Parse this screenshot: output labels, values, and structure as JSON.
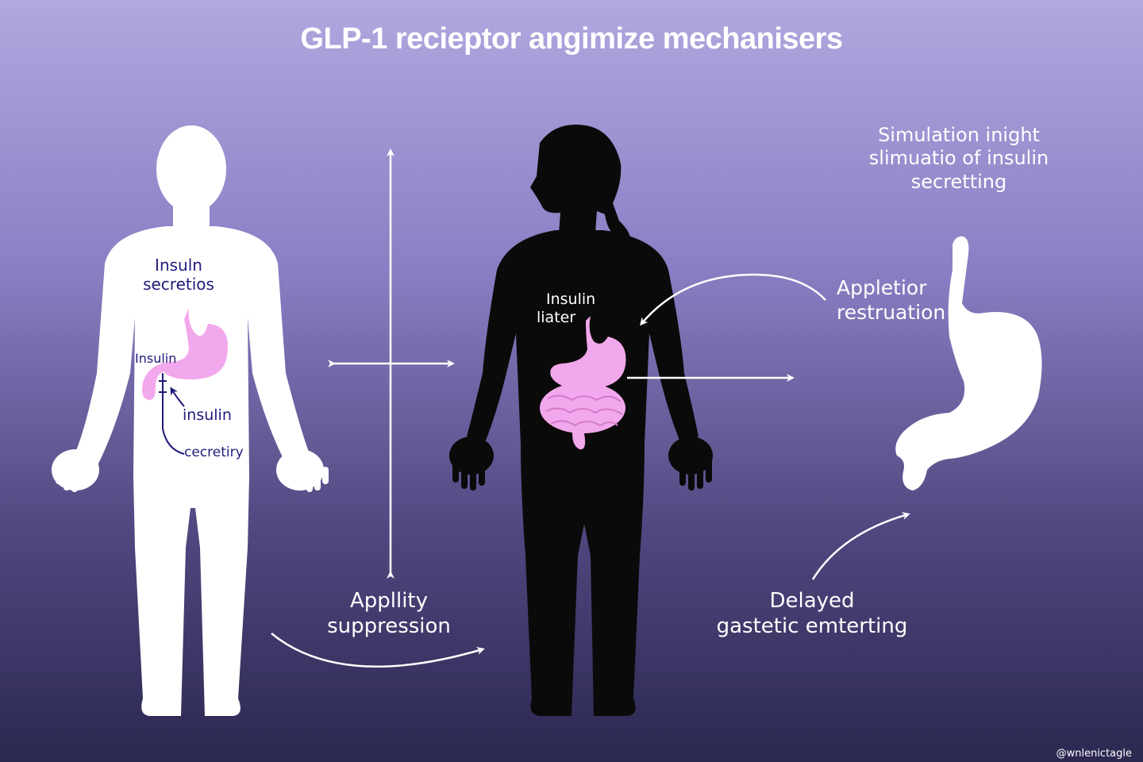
{
  "title": "GLP-1 recieptor angimize mechanisers",
  "colors": {
    "background_top": "#b0a8df",
    "background_bottom": "#2b2850",
    "figure_light": "#ffffff",
    "figure_dark": "#0a0a0a",
    "organ_pink": "#f2a8ec",
    "label_dark": "#1f1a7a",
    "label_light": "#ffffff"
  },
  "left_figure": {
    "label_top": [
      "Insuln",
      "secretios"
    ],
    "label_stomach": "Insulin",
    "label_arrow": "insulin",
    "label_bottom": "cecretiry"
  },
  "center_figure": {
    "label": [
      "Insulin",
      "liater"
    ]
  },
  "annotations": {
    "simulation": [
      "Simulation inight",
      "slimuatio of insulin",
      "secretting"
    ],
    "appletior": [
      "Appletior",
      "restruation"
    ],
    "appetite": [
      "Appllity",
      "suppression"
    ],
    "delayed": [
      "Delayed",
      "gastetic emterting"
    ]
  },
  "watermark": "@wnlenictagle"
}
